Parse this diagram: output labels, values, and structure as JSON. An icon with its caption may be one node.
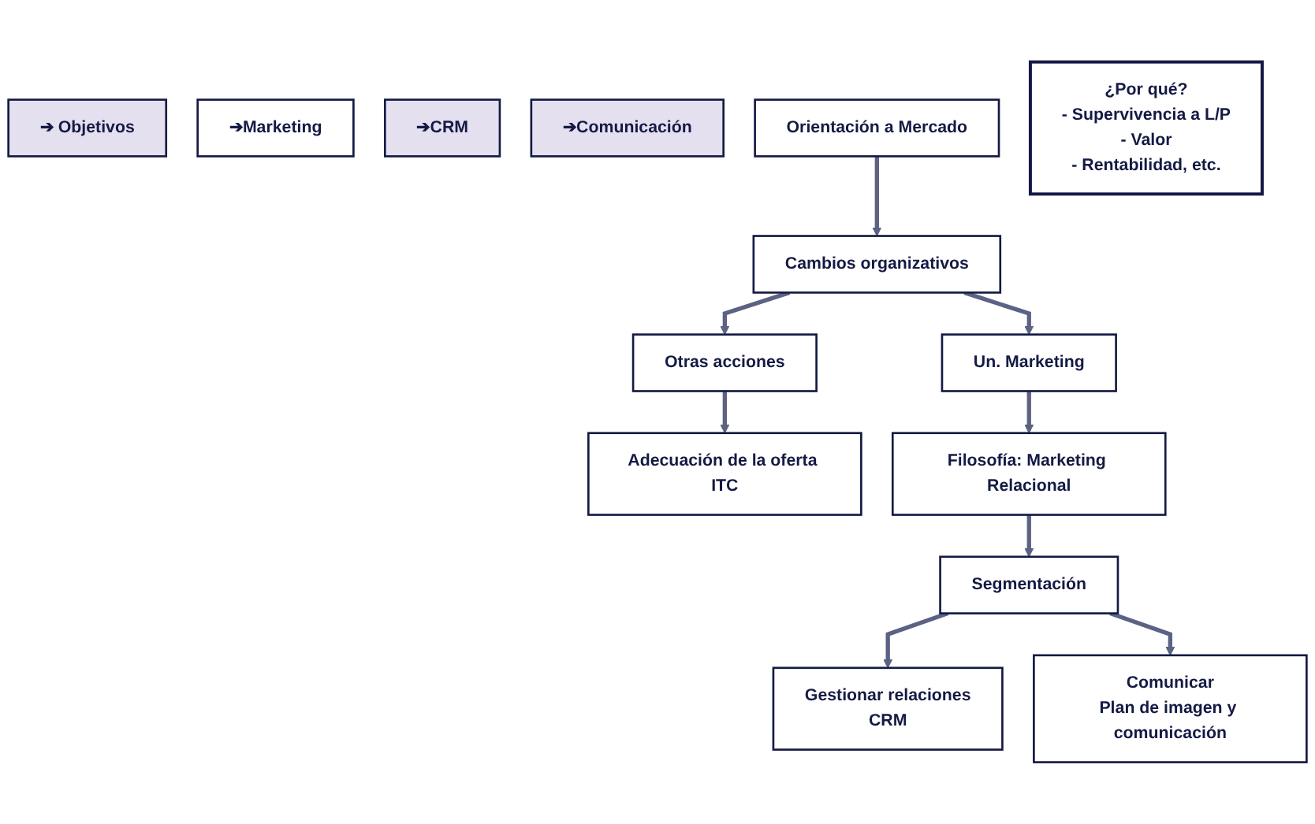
{
  "diagram": {
    "nodes": [
      {
        "text": [
          "➔ Objetivos"
        ]
      },
      {
        "text": [
          "➔Marketing"
        ]
      },
      {
        "text": [
          "➔CRM"
        ]
      },
      {
        "text": [
          "➔Comunicación"
        ]
      },
      {
        "text": [
          "Orientación a Mercado"
        ]
      },
      {
        "text": [
          "Cambios organizativos"
        ]
      },
      {
        "text": [
          "¿Por qué?",
          "- Supervivencia a L/P",
          "- Valor",
          "- Rentabilidad, etc."
        ]
      },
      {
        "text": [
          "Un. Marketing"
        ]
      },
      {
        "text": [
          "Otras acciones"
        ]
      },
      {
        "text": [
          "Adecuación de la oferta ITC"
        ]
      },
      {
        "text": [
          "Filosofía: Marketing Relacional"
        ]
      },
      {
        "text": [
          "Segmentación"
        ]
      },
      {
        "text": [
          "Gestionar relaciones",
          "CRM"
        ]
      },
      {
        "text": [
          "Comunicar",
          "Plan de imagen y comunicación"
        ]
      }
    ],
    "edges": [
      {
        "from": 4,
        "to": 5,
        "arrow": "to"
      },
      {
        "from": 5,
        "to": 7,
        "arrow": "to"
      },
      {
        "from": 5,
        "to": 8,
        "arrow": "to"
      },
      {
        "from": 8,
        "to": 9,
        "arrow": "to"
      },
      {
        "from": 7,
        "to": 10,
        "arrow": "to"
      },
      {
        "from": 10,
        "to": 11,
        "arrow": "to"
      },
      {
        "from": 11,
        "to": 12,
        "arrow": "to"
      },
      {
        "from": 11,
        "to": 13,
        "arrow": "to"
      }
    ]
  }
}
